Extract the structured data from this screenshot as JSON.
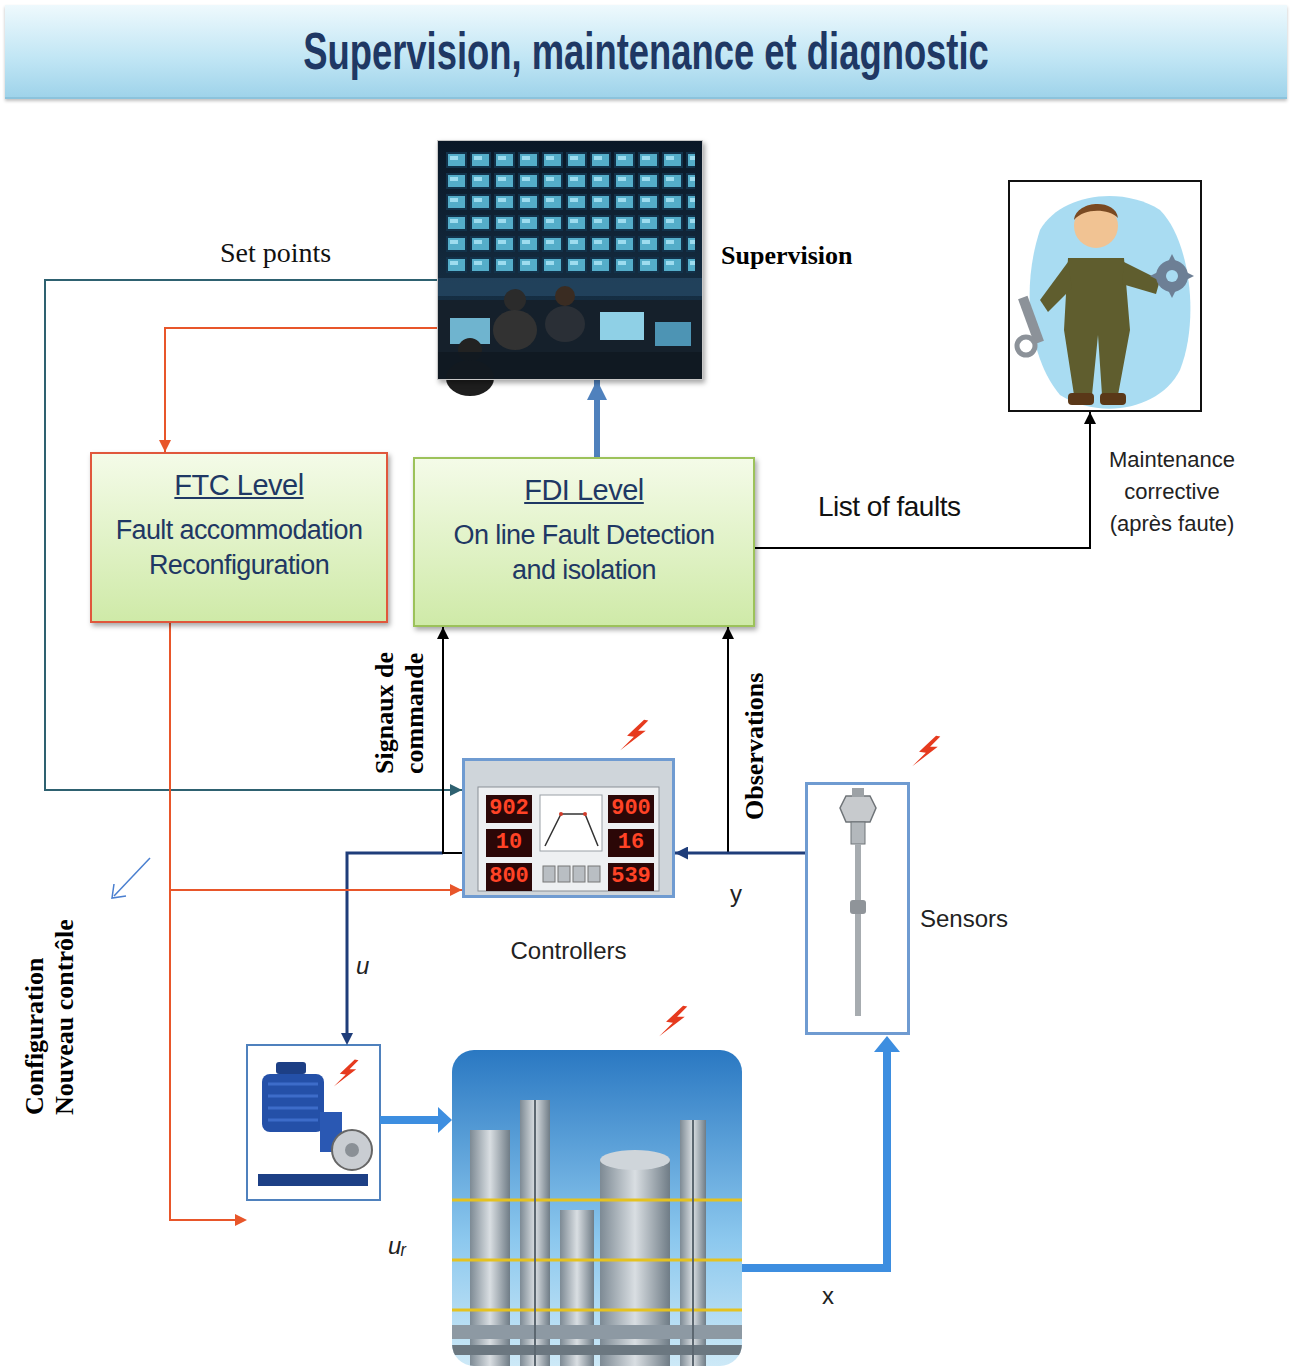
{
  "diagram": {
    "title": "Supervision, maintenance et diagnostic",
    "nodes": [
      {
        "text": [
          "Supervision"
        ]
      },
      {
        "text": [
          "Maintenance corrective (après faute)"
        ]
      },
      {
        "text": [
          "FTC Level",
          "Fault accommodation Reconfiguration"
        ]
      },
      {
        "text": [
          "FDI Level",
          "On line Fault Detection and isolation"
        ]
      },
      {
        "text": [
          "Controllers"
        ]
      },
      {
        "text": [
          "Sensors"
        ]
      }
    ],
    "edges": [
      {
        "from": 0,
        "to": 2,
        "arrow": "to"
      },
      {
        "from": 0,
        "to": 4,
        "label": "Set points",
        "arrow": "to"
      },
      {
        "from": 3,
        "to": 0,
        "arrow": "to"
      },
      {
        "from": 3,
        "to": 1,
        "label": "List of faults",
        "arrow": "to"
      },
      {
        "from": 4,
        "to": 3,
        "label": "Signaux de commande",
        "arrow": "to"
      },
      {
        "from": 5,
        "to": 3,
        "label": "Observations",
        "arrow": "to"
      },
      {
        "from": 5,
        "to": 4,
        "label": "y",
        "arrow": "to"
      },
      {
        "from": 2,
        "to": 4,
        "arrow": "to"
      }
    ],
    "labels": [
      "u",
      "uᵣ",
      "x",
      "Configuration Nouveau contrôle",
      "902",
      "900",
      "10",
      "16",
      "800",
      "539"
    ]
  }
}
